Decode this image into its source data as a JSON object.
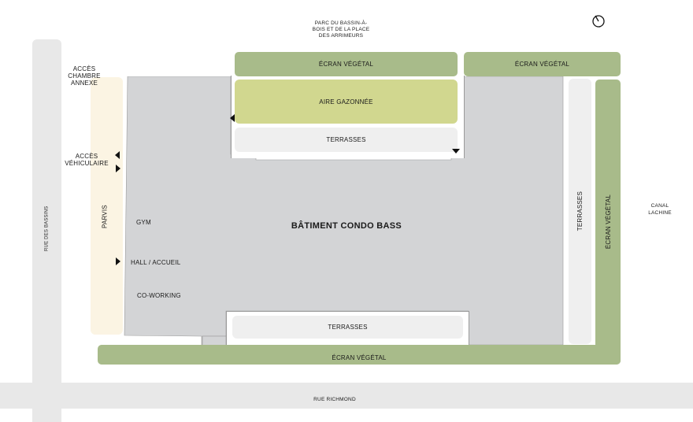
{
  "streets": {
    "left": "RUE DES BASSINS",
    "bottom": "RUE RICHMOND"
  },
  "surroundings": {
    "park": "PARC DU BASSIN-À-BOIS ET DE LA PLACE DES ARRIMEURS",
    "canal": "CANAL LACHINE"
  },
  "building": {
    "title": "BÂTIMENT CONDO BASS",
    "gym": "GYM",
    "hall": "HALL / ACCUEIL",
    "coworking": "CO-WORKING"
  },
  "zones": {
    "hedge_top_left": "ÉCRAN VÉGÉTAL",
    "hedge_top_right": "ÉCRAN VÉGÉTAL",
    "hedge_right": "ÉCRAN VÉGÉTAL",
    "hedge_bottom": "ÉCRAN VÉGÉTAL",
    "lawn": "AIRE GAZONNÉE",
    "terrace_top": "TERRASSES",
    "terrace_right": "TERRASSES",
    "terrace_bottom": "TERRASSES",
    "parvis": "PARVIS"
  },
  "access": {
    "annex": "ACCÈS CHAMBRE ANNEXE",
    "vehicle": "ACCÈS VÉHICULAIRE"
  },
  "compass": {
    "icon": "compass-north-icon"
  },
  "colors": {
    "building": "#d3d4d6",
    "hedge": "#a8bb8a",
    "lawn": "#d1d78f",
    "terrace": "#efefef",
    "parvis": "#fbf4e3",
    "road": "#e8e8e8"
  }
}
